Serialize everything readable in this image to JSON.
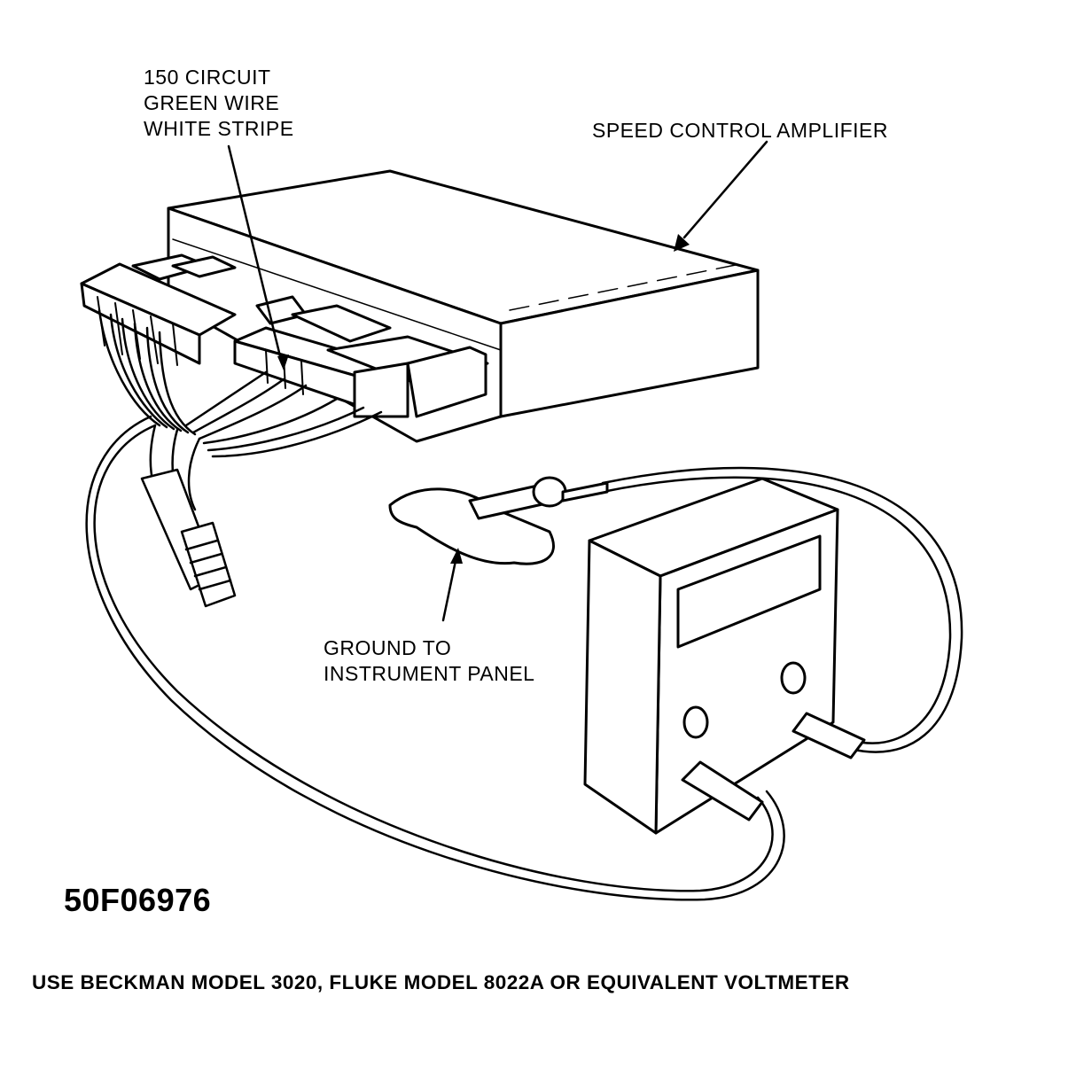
{
  "labels": {
    "wire": [
      "150 CIRCUIT",
      "GREEN WIRE",
      "WHITE STRIPE"
    ],
    "amplifier": "SPEED CONTROL AMPLIFIER",
    "ground": [
      "GROUND TO",
      "INSTRUMENT PANEL"
    ]
  },
  "figure_id": "50F06976",
  "caption": "USE BECKMAN MODEL 3020, FLUKE MODEL 8022A OR EQUIVALENT VOLTMETER",
  "colors": {
    "ink": "#000000",
    "paper": "#ffffff"
  }
}
